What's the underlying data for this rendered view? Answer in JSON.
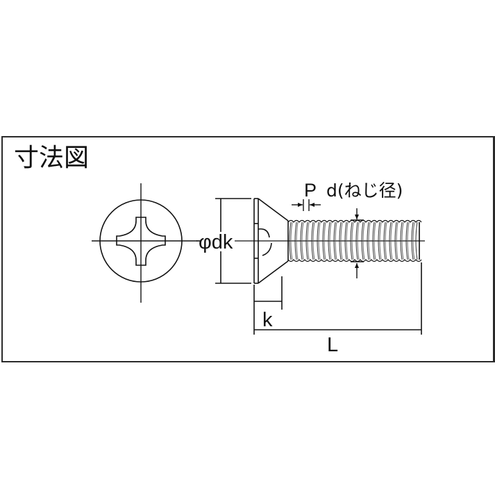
{
  "title": "寸法図",
  "colors": {
    "line": "#111111",
    "frame": "#2a2a2a",
    "background": "#ffffff"
  },
  "views": {
    "head_view": {
      "description": "Top view of Phillips cross-recess countersunk head"
    },
    "side_view": {
      "description": "Side view of countersunk (flat-head) machine screw with threaded shank"
    }
  },
  "dimensions": {
    "head_diameter": "φdk",
    "head_height": "k",
    "length": "L",
    "pitch": "P",
    "thread_diameter": "d(ねじ径)"
  }
}
